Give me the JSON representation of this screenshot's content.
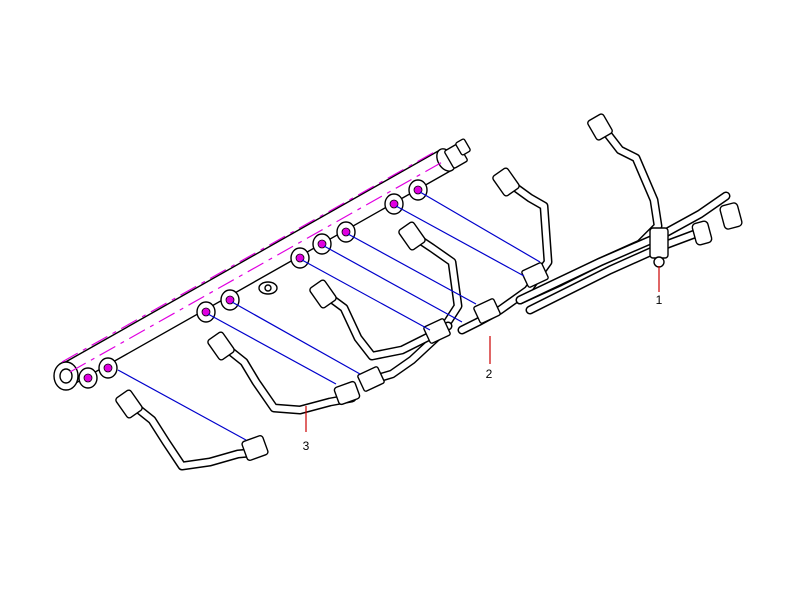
{
  "callouts": [
    {
      "label": "1"
    },
    {
      "label": "2"
    },
    {
      "label": "3"
    }
  ],
  "colors": {
    "centerline": "#e000e0",
    "assembly_line": "#0000cc",
    "leader_line": "#cc0000",
    "linework": "#000000"
  }
}
